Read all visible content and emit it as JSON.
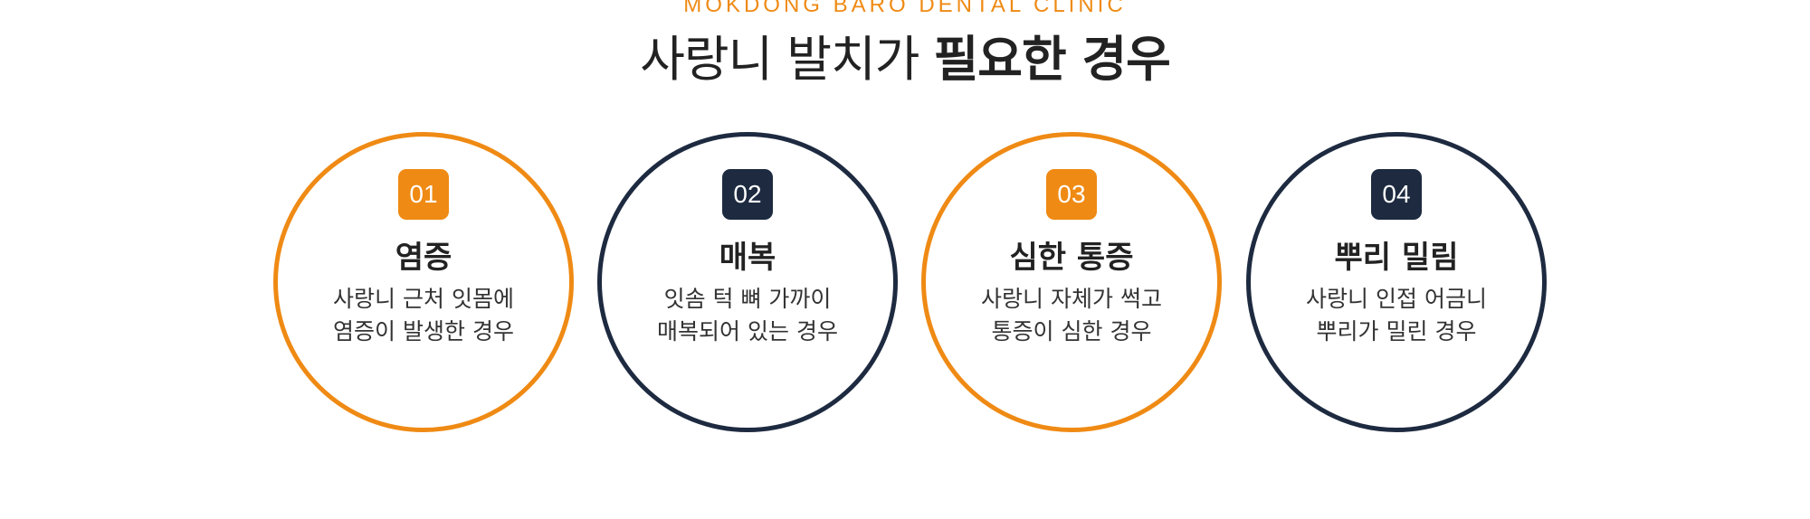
{
  "header": {
    "eyebrow": "MOKDONG BARO DENTAL CLINIC",
    "title_light": "사랑니 발치가 ",
    "title_bold": "필요한 경우"
  },
  "colors": {
    "accent": "#ef8a14",
    "navy": "#1d2a40",
    "text": "#222222"
  },
  "cards": [
    {
      "number": "01",
      "title": "염증",
      "lines": [
        "사랑니 근처 잇몸에",
        "염증이 발생한 경우"
      ]
    },
    {
      "number": "02",
      "title": "매복",
      "lines": [
        "잇솜 턱 뼈 가까이",
        "매복되어 있는 경우"
      ]
    },
    {
      "number": "03",
      "title": "심한 통증",
      "lines": [
        "사랑니 자체가 썩고",
        "통증이 심한 경우"
      ]
    },
    {
      "number": "04",
      "title": "뿌리 밀림",
      "lines": [
        "사랑니 인접 어금니",
        "뿌리가 밀린 경우"
      ]
    }
  ]
}
